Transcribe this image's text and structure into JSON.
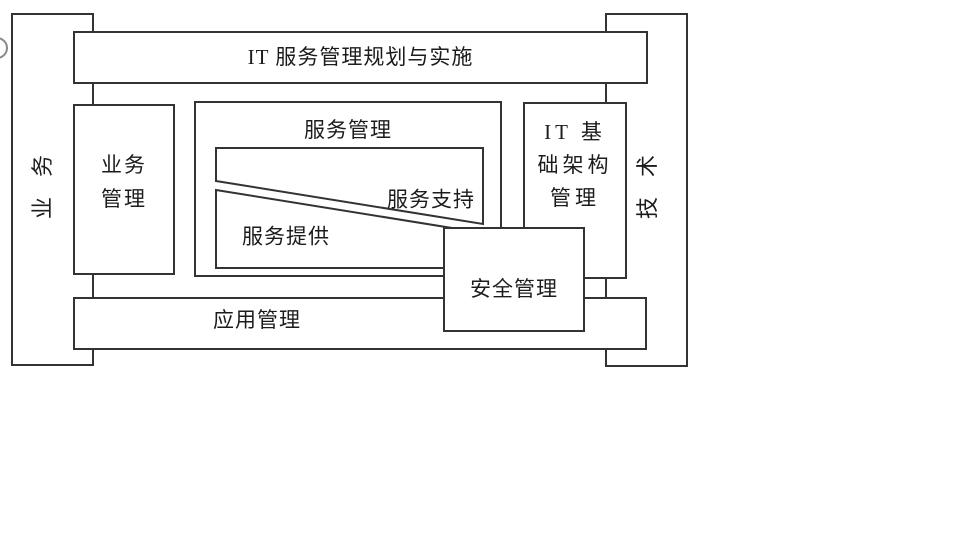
{
  "figure": {
    "planning_bar": "IT 服务管理规划与实施",
    "business_axis": "业务",
    "technology_axis": "技术",
    "business_mgmt": {
      "lines": [
        "业务",
        "管理"
      ]
    },
    "service_mgmt": "服务管理",
    "service_support": "服务支持",
    "service_delivery": "服务提供",
    "it_infrastructure": {
      "lines": [
        "IT 基",
        "础架构",
        "管理"
      ]
    },
    "application_mgmt": "应用管理",
    "security_mgmt": "安全管理"
  },
  "colors": {
    "line": "#333333",
    "text": "#1c1c1c",
    "background": "#ffffff",
    "edge_fragment": "#8a8a8a"
  }
}
